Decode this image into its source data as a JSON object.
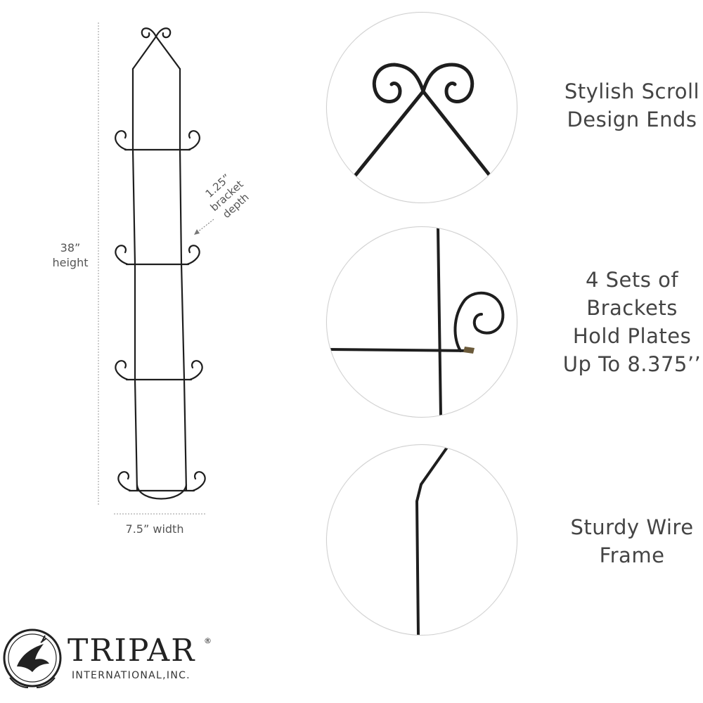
{
  "dimensions": {
    "height_value": "38”",
    "height_word": "height",
    "width_label": "7.5” width",
    "depth_value": "1.25”",
    "depth_word1": "bracket",
    "depth_word2": "depth"
  },
  "features": [
    {
      "lines": [
        "Stylish Scroll",
        "Design Ends"
      ]
    },
    {
      "lines": [
        "4 Sets of",
        "Brackets",
        "Hold Plates",
        "Up To 8.375’’"
      ]
    },
    {
      "lines": [
        "Sturdy Wire",
        "Frame"
      ]
    }
  ],
  "brand": {
    "name": "TRIPAR",
    "registered": "®",
    "subtitle": "INTERNATIONAL,INC."
  },
  "colors": {
    "wire": "#1e1e1e",
    "text": "#444444",
    "circle_border": "#cfcfcf"
  }
}
